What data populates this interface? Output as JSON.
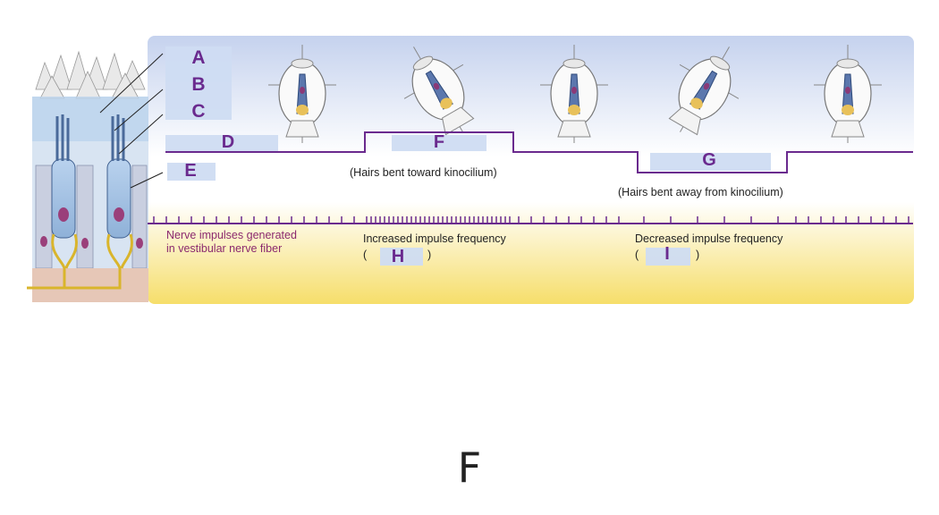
{
  "labels": {
    "A": "A",
    "B": "B",
    "C": "C",
    "D": "D",
    "E": "E",
    "F": "F",
    "G": "G",
    "H": "H",
    "I": "I"
  },
  "captions": {
    "toward": "(Hairs bent toward kinocilium)",
    "away": "(Hairs bent away from kinocilium)",
    "nerve_line1": "Nerve impulses generated",
    "nerve_line2": "in vestibular nerve fiber",
    "increased": "Increased impulse frequency",
    "decreased": "Decreased impulse frequency",
    "paren_open": "(",
    "paren_close": ")"
  },
  "answer": "F",
  "colors": {
    "signal_line": "#6a2a8e",
    "label_text": "#6a2a8e",
    "label_box": "#cfdcf2",
    "nerve_text": "#8b2a6e",
    "sky_top": "#c7d4ef",
    "cream_bottom": "#f6e27a"
  },
  "icons": {
    "head": "head-tilt-icon",
    "hair_cell": "hair-cell-illustration"
  }
}
